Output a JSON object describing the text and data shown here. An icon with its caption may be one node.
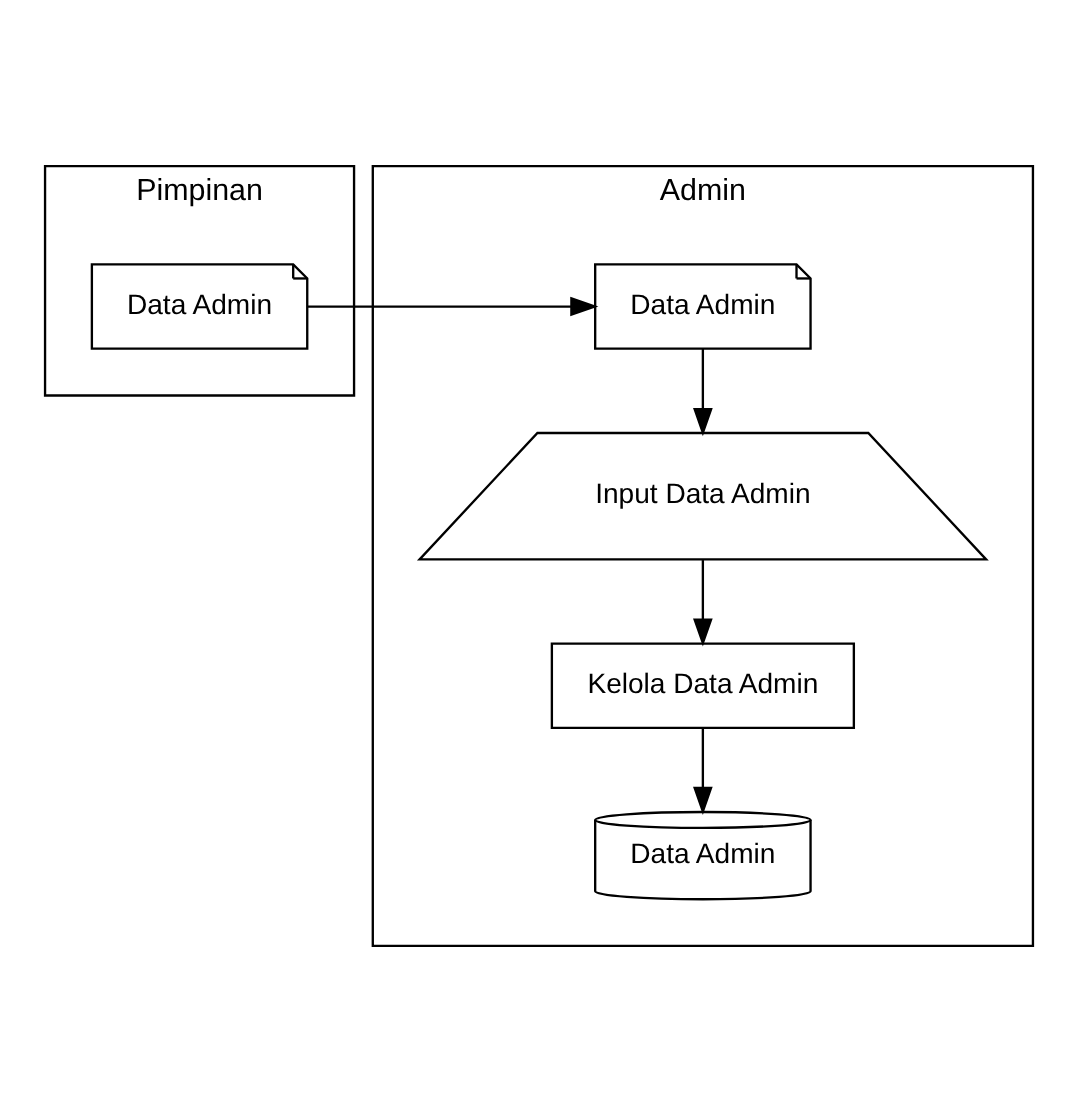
{
  "diagram": {
    "nodes": [
      {
        "text": [
          "Pimpinan"
        ]
      },
      {
        "text": [
          "Admin"
        ]
      },
      {
        "text": [
          "Data Admin"
        ],
        "in": 0
      },
      {
        "text": [
          "Data Admin"
        ],
        "in": 1
      },
      {
        "text": [
          "Input Data Admin"
        ],
        "in": 1
      },
      {
        "text": [
          "Kelola Data Admin"
        ],
        "in": 1
      },
      {
        "text": [
          "Data Admin"
        ],
        "in": 1
      }
    ],
    "edges": [
      {
        "from": 2,
        "to": 3,
        "arrow": "to"
      },
      {
        "from": 3,
        "to": 4,
        "arrow": "to"
      },
      {
        "from": 4,
        "to": 5,
        "arrow": "to"
      },
      {
        "from": 5,
        "to": 6,
        "arrow": "to"
      }
    ]
  }
}
